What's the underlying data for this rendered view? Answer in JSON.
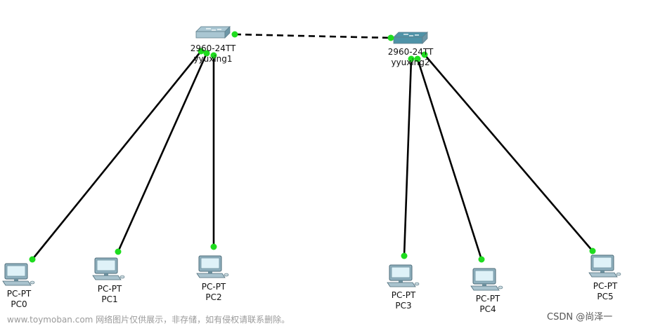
{
  "switches": [
    {
      "id": "sw1",
      "model": "2960-24TT",
      "name": "yyuxing1",
      "color": "#a9c6d2"
    },
    {
      "id": "sw2",
      "model": "2960-24TT",
      "name": "yyuxing2",
      "color": "#4e93a8"
    }
  ],
  "pcs": [
    {
      "id": "pc0",
      "type": "PC-PT",
      "name": "PC0"
    },
    {
      "id": "pc1",
      "type": "PC-PT",
      "name": "PC1"
    },
    {
      "id": "pc2",
      "type": "PC-PT",
      "name": "PC2"
    },
    {
      "id": "pc3",
      "type": "PC-PT",
      "name": "PC3"
    },
    {
      "id": "pc4",
      "type": "PC-PT",
      "name": "PC4"
    },
    {
      "id": "pc5",
      "type": "PC-PT",
      "name": "PC5"
    }
  ],
  "links": [
    {
      "from": "sw1",
      "to": "sw2",
      "style": "crossover"
    },
    {
      "from": "sw1",
      "to": "pc0",
      "style": "straight"
    },
    {
      "from": "sw1",
      "to": "pc1",
      "style": "straight"
    },
    {
      "from": "sw1",
      "to": "pc2",
      "style": "straight"
    },
    {
      "from": "sw2",
      "to": "pc3",
      "style": "straight"
    },
    {
      "from": "sw2",
      "to": "pc4",
      "style": "straight"
    },
    {
      "from": "sw2",
      "to": "pc5",
      "style": "straight"
    }
  ],
  "link_status_color": "#1fdc1f",
  "watermark": "www.toymoban.com 网络图片仅供展示，非存储，如有侵权请联系删除。",
  "credit": "CSDN @尚泽一"
}
